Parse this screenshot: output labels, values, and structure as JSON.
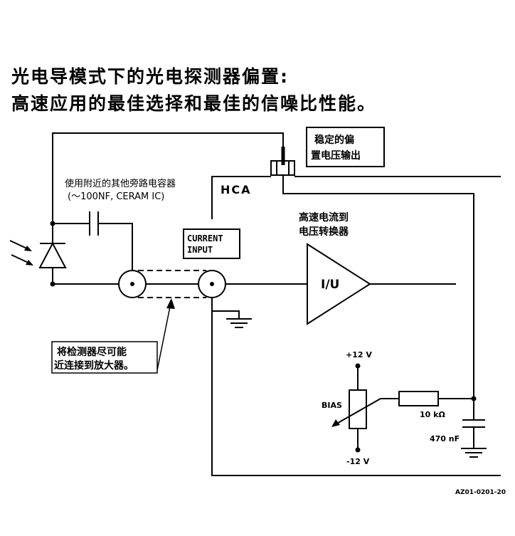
{
  "title": {
    "line1": "光电导模式下的光电探测器偏置:",
    "line2": "高速应用的最佳选择和最佳的信噪比性能。"
  },
  "labels": {
    "stable_bias_1": "稳定的偏",
    "stable_bias_2": "置电压输出",
    "bypass_1": "使用附近的其他旁路电容器",
    "bypass_2": "(～100NF, CERAM IC)",
    "hca": "HCA",
    "converter_1": "高速电流到",
    "converter_2": "电压转换器",
    "current_input_1": "CURRENT",
    "current_input_2": "INPUT",
    "iu": "I/U",
    "note_1": "将检测器尽可能",
    "note_2": "近连接到放大器。",
    "plus12": "+12 V",
    "minus12": "-12 V",
    "bias": "BIAS",
    "resistor": "10 kΩ",
    "capacitor": "470 nF",
    "figure_id": "AZ01-0201-20"
  }
}
